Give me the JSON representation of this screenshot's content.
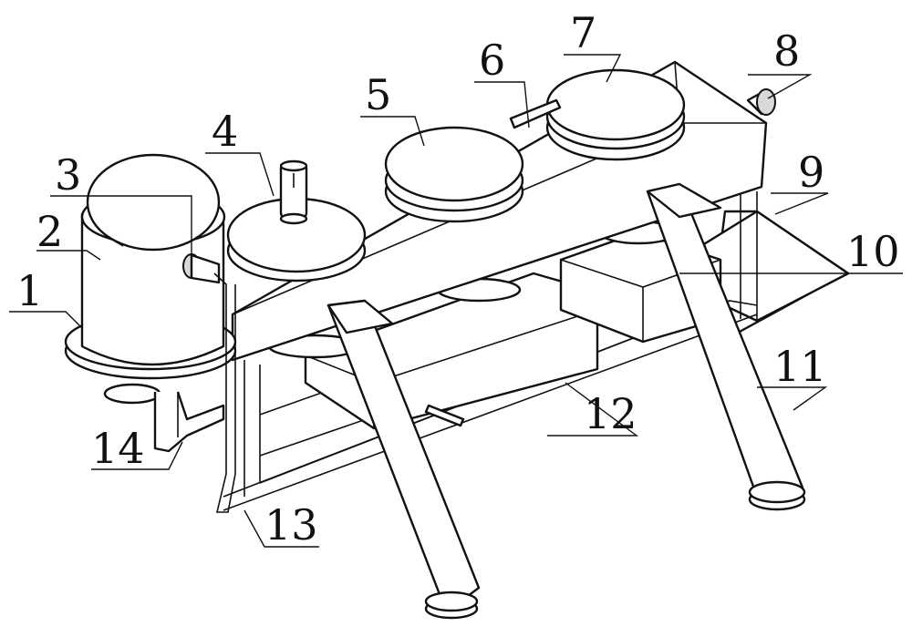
{
  "labels": [
    {
      "id": "1",
      "text": "1"
    },
    {
      "id": "2",
      "text": "2"
    },
    {
      "id": "3",
      "text": "3"
    },
    {
      "id": "4",
      "text": "4"
    },
    {
      "id": "5",
      "text": "5"
    },
    {
      "id": "6",
      "text": "6"
    },
    {
      "id": "7",
      "text": "7"
    },
    {
      "id": "8",
      "text": "8"
    },
    {
      "id": "9",
      "text": "9"
    },
    {
      "id": "10",
      "text": "10"
    },
    {
      "id": "11",
      "text": "11"
    },
    {
      "id": "12",
      "text": "12"
    },
    {
      "id": "13",
      "text": "13"
    },
    {
      "id": "14",
      "text": "14"
    }
  ]
}
